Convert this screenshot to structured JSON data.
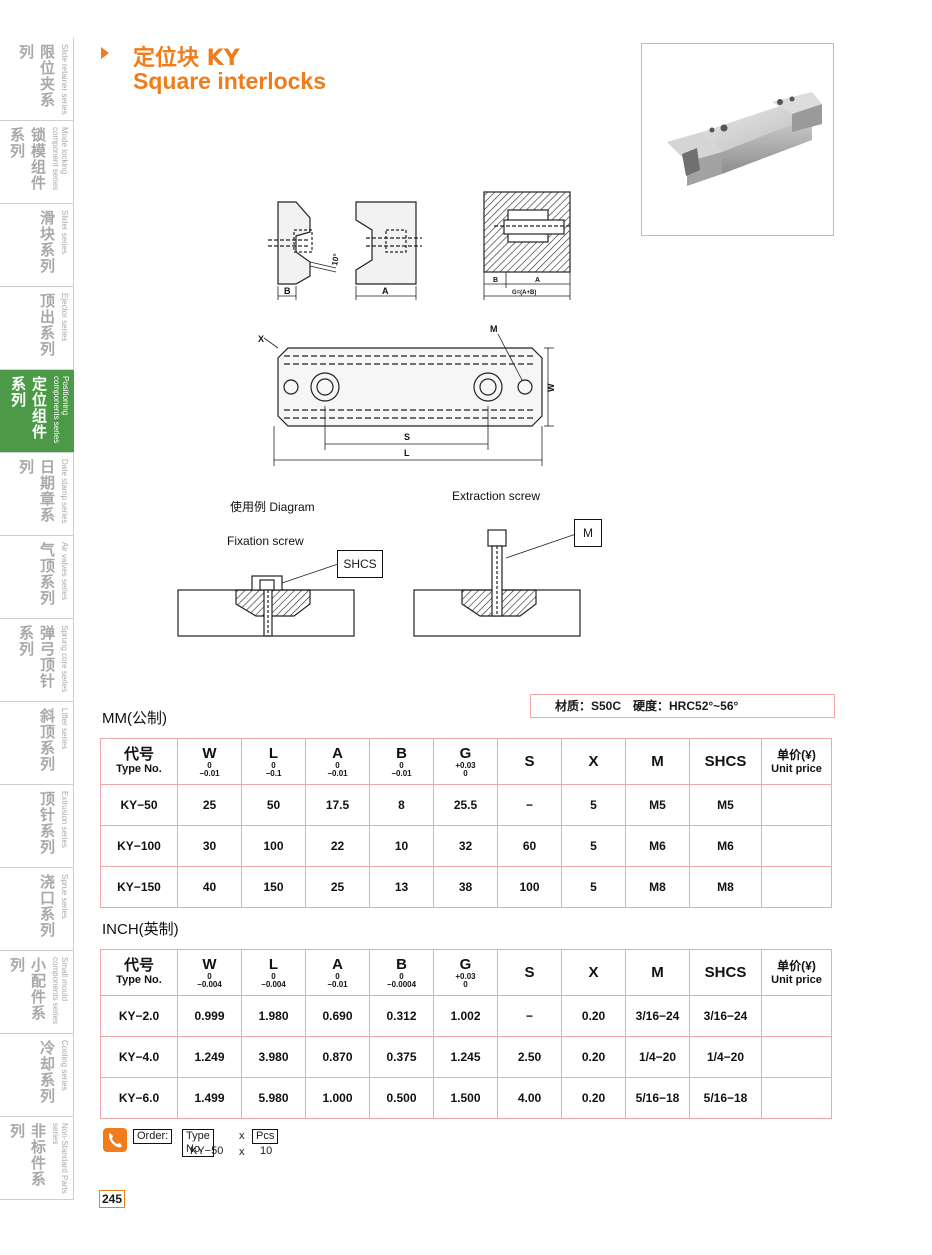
{
  "sidebar": {
    "items": [
      {
        "zh": "限位夹系列",
        "en": "Slide retainer series",
        "active": false
      },
      {
        "zh": "锁模组件系列",
        "en": "Mode locking component series",
        "active": false
      },
      {
        "zh": "滑块系列",
        "en": "Slider series",
        "active": false
      },
      {
        "zh": "顶出系列",
        "en": "Ejector series",
        "active": false
      },
      {
        "zh": "定位组件系列",
        "en": "Positioning components series",
        "active": true
      },
      {
        "zh": "日期章系列",
        "en": "Date stamp series",
        "active": false
      },
      {
        "zh": "气顶系列",
        "en": "Air valves series",
        "active": false
      },
      {
        "zh": "弹弓顶针系列",
        "en": "Sprung core series",
        "active": false
      },
      {
        "zh": "斜顶系列",
        "en": "Lifter series",
        "active": false
      },
      {
        "zh": "顶针系列",
        "en": "Extrusion series",
        "active": false
      },
      {
        "zh": "浇口系列",
        "en": "Sprue series",
        "active": false
      },
      {
        "zh": "小配件系列",
        "en": "Small mould components series",
        "active": false
      },
      {
        "zh": "冷却系列",
        "en": "Cooling series",
        "active": false
      },
      {
        "zh": "非标件系列",
        "en": "Non-Standard Parts series",
        "active": false
      }
    ]
  },
  "header": {
    "title_zh": "定位块 KY",
    "title_en": "Square interlocks"
  },
  "drawing": {
    "labels": {
      "b": "B",
      "a": "A",
      "angle": "10°",
      "g": "G=(A+B)",
      "x": "X",
      "m": "M",
      "w": "W",
      "s": "S",
      "l": "L"
    },
    "usage": "使用例 Diagram",
    "extraction": "Extraction screw",
    "fixation": "Fixation screw",
    "shcs": "SHCS",
    "m_box": "M"
  },
  "material": "材质：S50C　硬度：HRC52°~56°",
  "colors": {
    "accent": "#f07c1c",
    "active_green": "#4c9a47",
    "border": "#f0a8a8"
  },
  "mm_table": {
    "title": "MM(公制)",
    "headers": [
      {
        "main": "代号",
        "sub": "Type No."
      },
      {
        "main": "W",
        "tol1": "0",
        "tol2": "−0.01"
      },
      {
        "main": "L",
        "tol1": "0",
        "tol2": "−0.1"
      },
      {
        "main": "A",
        "tol1": "0",
        "tol2": "−0.01"
      },
      {
        "main": "B",
        "tol1": "0",
        "tol2": "−0.01"
      },
      {
        "main": "G",
        "tol1": "+0.03",
        "tol2": "0"
      },
      {
        "main": "S"
      },
      {
        "main": "X"
      },
      {
        "main": "M"
      },
      {
        "main": "SHCS"
      },
      {
        "main": "单价(¥)",
        "sub": "Unit price"
      }
    ],
    "rows": [
      [
        "KY−50",
        "25",
        "50",
        "17.5",
        "8",
        "25.5",
        "−",
        "5",
        "M5",
        "M5",
        ""
      ],
      [
        "KY−100",
        "30",
        "100",
        "22",
        "10",
        "32",
        "60",
        "5",
        "M6",
        "M6",
        ""
      ],
      [
        "KY−150",
        "40",
        "150",
        "25",
        "13",
        "38",
        "100",
        "5",
        "M8",
        "M8",
        ""
      ]
    ]
  },
  "inch_table": {
    "title": "INCH(英制)",
    "headers": [
      {
        "main": "代号",
        "sub": "Type No."
      },
      {
        "main": "W",
        "tol1": "0",
        "tol2": "−0.004"
      },
      {
        "main": "L",
        "tol1": "0",
        "tol2": "−0.004"
      },
      {
        "main": "A",
        "tol1": "0",
        "tol2": "−0.01"
      },
      {
        "main": "B",
        "tol1": "0",
        "tol2": "−0.0004"
      },
      {
        "main": "G",
        "tol1": "+0.03",
        "tol2": "0"
      },
      {
        "main": "S"
      },
      {
        "main": "X"
      },
      {
        "main": "M"
      },
      {
        "main": "SHCS"
      },
      {
        "main": "单价(¥)",
        "sub": "Unit price"
      }
    ],
    "rows": [
      [
        "KY−2.0",
        "0.999",
        "1.980",
        "0.690",
        "0.312",
        "1.002",
        "−",
        "0.20",
        "3/16−24",
        "3/16−24",
        ""
      ],
      [
        "KY−4.0",
        "1.249",
        "3.980",
        "0.870",
        "0.375",
        "1.245",
        "2.50",
        "0.20",
        "1/4−20",
        "1/4−20",
        ""
      ],
      [
        "KY−6.0",
        "1.499",
        "5.980",
        "1.000",
        "0.500",
        "1.500",
        "4.00",
        "0.20",
        "5/16−18",
        "5/16−18",
        ""
      ]
    ]
  },
  "order": {
    "label": "Order:",
    "type_no": "Type No.",
    "x": "x",
    "pcs": "Pcs",
    "example_type": "KY−50",
    "example_x": "x",
    "example_qty": "10"
  },
  "page_number": "245"
}
